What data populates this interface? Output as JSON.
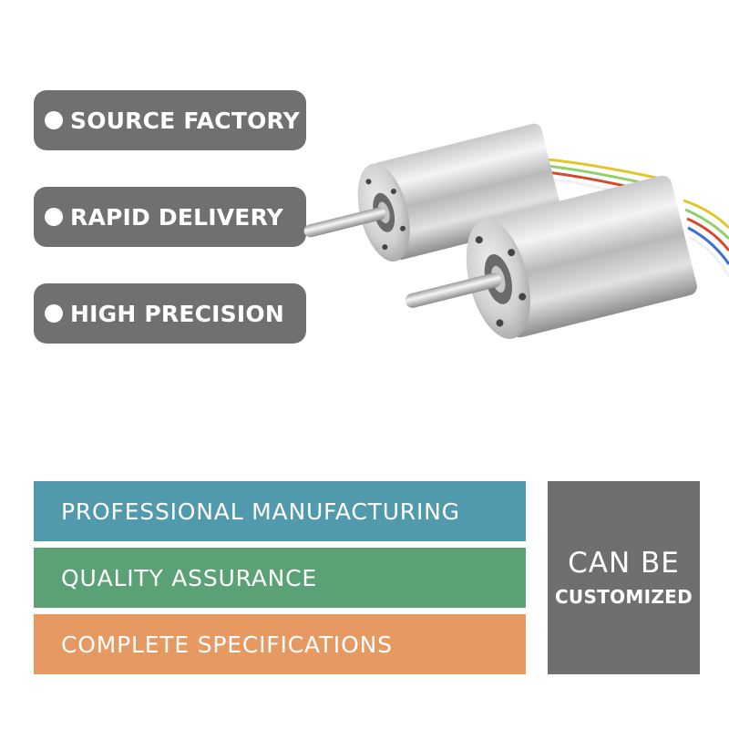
{
  "colors": {
    "pill_bg": "#707070",
    "band_professional": "#5199ad",
    "band_quality": "#5aa276",
    "band_specifications": "#e69961",
    "custom_bg": "#6f6f6f"
  },
  "features": [
    {
      "label": "SOURCE FACTORY"
    },
    {
      "label": "RAPID DELIVERY"
    },
    {
      "label": "HIGH PRECISION"
    }
  ],
  "product": {
    "icon": "brushless-motor-icon"
  },
  "bands": [
    {
      "label": "PROFESSIONAL MANUFACTURING"
    },
    {
      "label": "QUALITY ASSURANCE"
    },
    {
      "label": "COMPLETE SPECIFICATIONS"
    }
  ],
  "customize": {
    "line1": "CAN BE",
    "line2": "CUSTOMIZED"
  }
}
